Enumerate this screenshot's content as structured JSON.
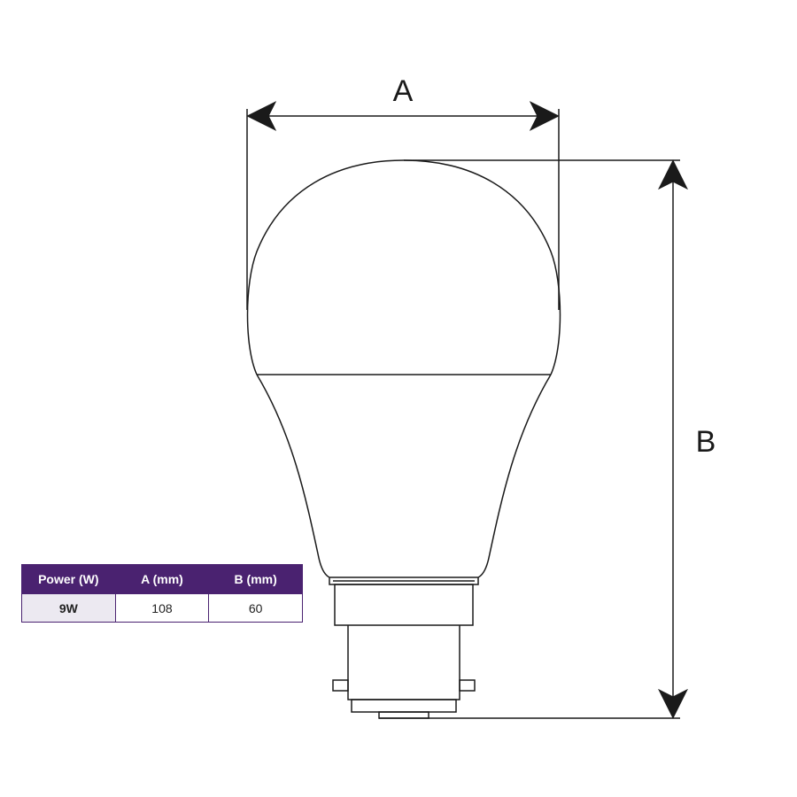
{
  "diagram": {
    "dimension_labels": {
      "width": "A",
      "height": "B"
    },
    "line_color": "#1a1a1a"
  },
  "spec_table": {
    "header_color": "#4a2270",
    "row_highlight_color": "#ece9f1",
    "headers": [
      "Power (W)",
      "A (mm)",
      "B (mm)"
    ],
    "rows": [
      [
        "9W",
        "108",
        "60"
      ]
    ]
  }
}
